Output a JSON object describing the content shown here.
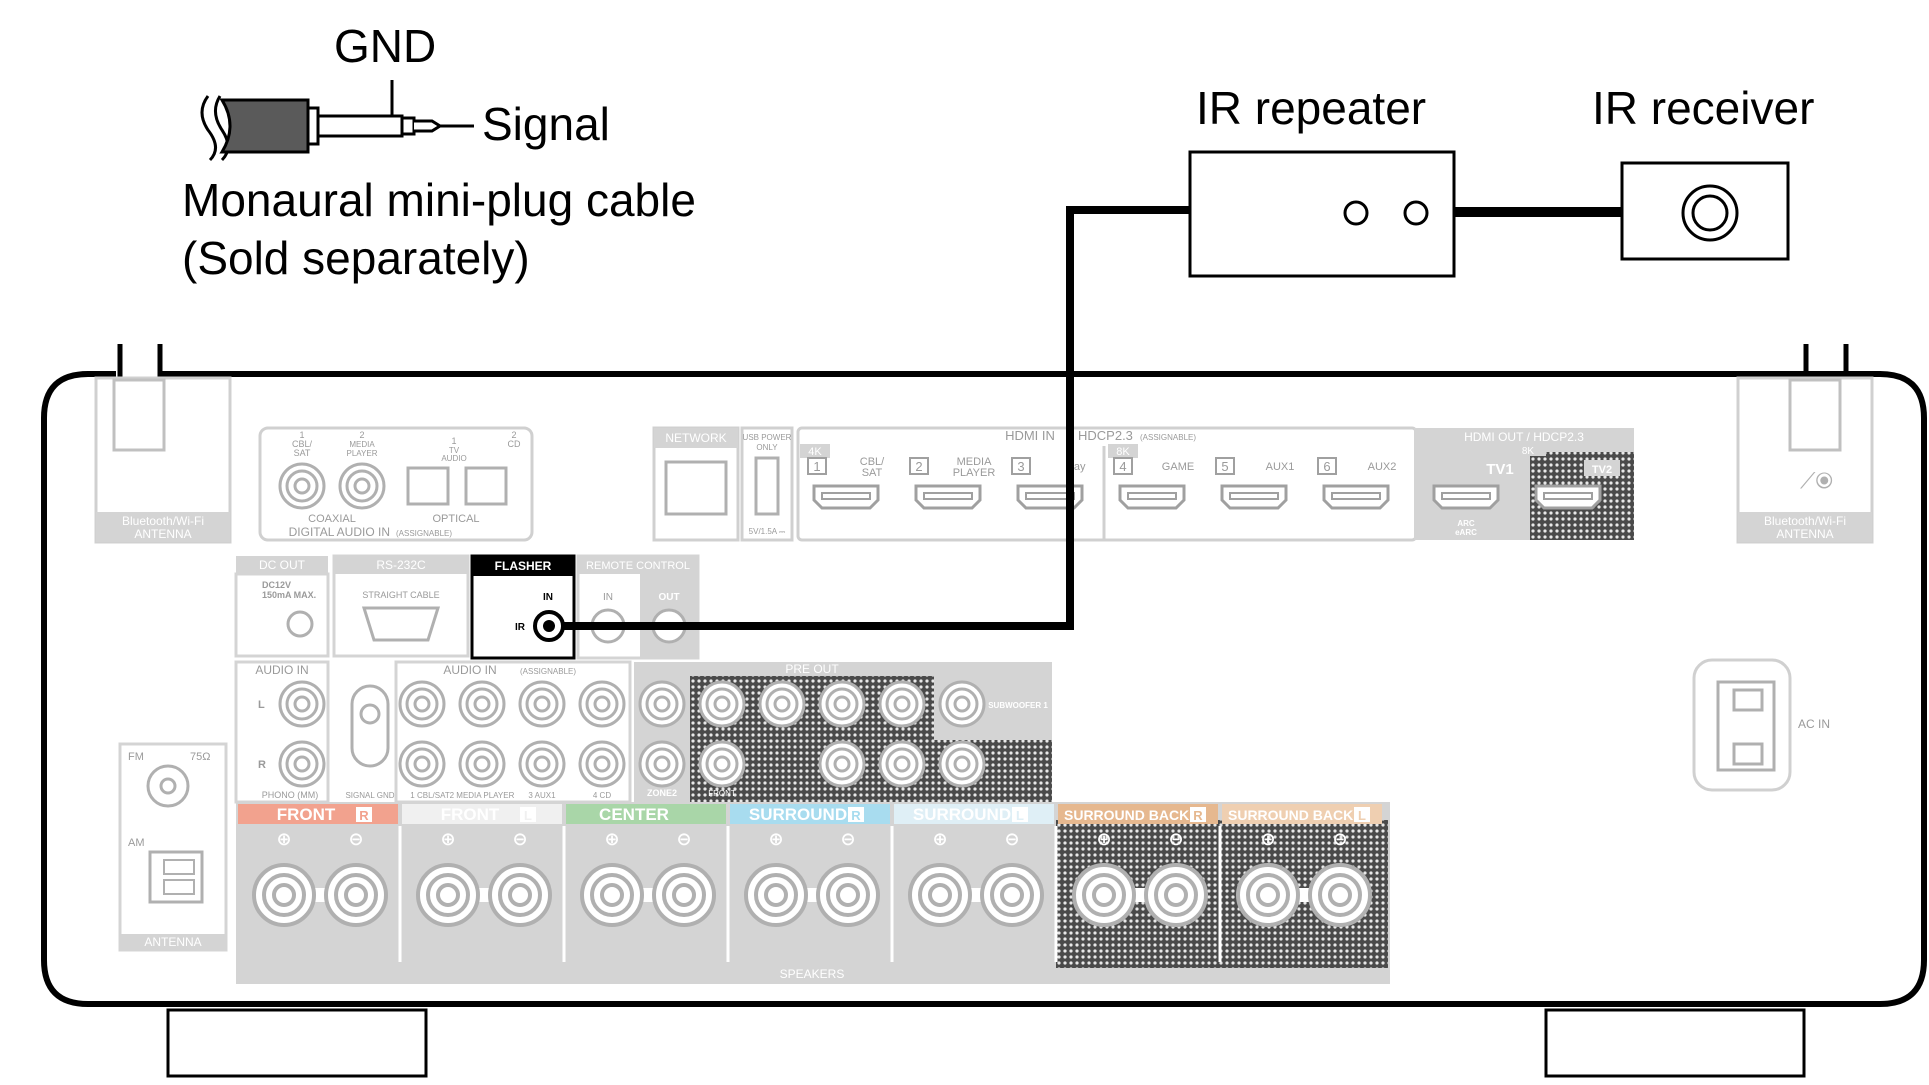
{
  "legend": {
    "gnd": "GND",
    "signal": "Signal",
    "cable_line1": "Monaural mini-plug cable",
    "cable_line2": "(Sold separately)"
  },
  "devices": {
    "ir_repeater": "IR repeater",
    "ir_receiver": "IR receiver"
  },
  "antenna": {
    "left": [
      "Bluetooth/Wi-Fi",
      "ANTENNA"
    ],
    "right": [
      "Bluetooth/Wi-Fi",
      "ANTENNA"
    ],
    "fm": "FM",
    "ohm": "75Ω",
    "am": "AM",
    "label": "ANTENNA"
  },
  "digital_audio": {
    "inputs": [
      {
        "num": "1",
        "name": "CBL/",
        "name2": "SAT"
      },
      {
        "num": "2",
        "name": "MEDIA",
        "name2": "PLAYER"
      },
      {
        "num": "1",
        "name": "TV",
        "name2": "AUDIO"
      },
      {
        "num": "2",
        "name": "CD",
        "name2": ""
      }
    ],
    "coaxial": "COAXIAL",
    "optical": "OPTICAL",
    "title": "DIGITAL AUDIO IN",
    "assignable": "(ASSIGNABLE)"
  },
  "network": {
    "label": "NETWORK"
  },
  "usb": {
    "line1": "USB POWER",
    "line2": "ONLY",
    "rating": "5V/1.5A ⎓"
  },
  "hdmi_in": {
    "title": "HDMI IN",
    "hdcp": "HDCP2.3",
    "assignable": "(ASSIGNABLE)",
    "badge_4k": "4K",
    "badge_8k": "8K",
    "ports": [
      {
        "num": "1",
        "name": "CBL/",
        "name2": "SAT"
      },
      {
        "num": "2",
        "name": "MEDIA",
        "name2": "PLAYER"
      },
      {
        "num": "3",
        "name": "-ray",
        "name2": ""
      },
      {
        "num": "4",
        "name": "GAME",
        "name2": ""
      },
      {
        "num": "5",
        "name": "AUX1",
        "name2": ""
      },
      {
        "num": "6",
        "name": "AUX2",
        "name2": ""
      }
    ]
  },
  "hdmi_out": {
    "title": "HDMI OUT / HDCP2.3",
    "badge_8k": "8K",
    "tv1": "TV1",
    "tv2": "TV2",
    "arc": "ARC",
    "earc": "eARC"
  },
  "dc_out": {
    "title": "DC OUT",
    "spec1": "DC12V",
    "spec2": "150mA MAX."
  },
  "rs232c": {
    "title": "RS-232C",
    "sub": "STRAIGHT CABLE"
  },
  "flasher": {
    "title": "FLASHER",
    "in": "IN",
    "ir": "IR"
  },
  "remote": {
    "title": "REMOTE CONTROL",
    "in": "IN",
    "out": "OUT"
  },
  "audio_in_phono": {
    "title": "AUDIO IN",
    "l": "L",
    "r": "R",
    "phono": "PHONO (MM)",
    "signal_gnd": "SIGNAL GND"
  },
  "audio_in": {
    "title": "AUDIO IN",
    "assignable": "(ASSIGNABLE)",
    "labels": [
      "1 CBL/SAT",
      "2 MEDIA PLAYER",
      "3 AUX1",
      "4 CD"
    ]
  },
  "pre_out": {
    "title": "PRE OUT",
    "zone2": "ZONE2",
    "subwoofer": "SUBWOOFER 1",
    "front": "FRONT"
  },
  "speakers": {
    "title": "SPEAKERS",
    "groups": [
      {
        "name": "FRONT",
        "side": "R",
        "color": "#f2a28e"
      },
      {
        "name": "FRONT",
        "side": "L",
        "color": "#f0f0f0"
      },
      {
        "name": "CENTER",
        "side": "",
        "color": "#a9d6a8"
      },
      {
        "name": "SURROUND",
        "side": "R",
        "color": "#a8dcef"
      },
      {
        "name": "SURROUND",
        "side": "L",
        "color": "#dfeff6"
      },
      {
        "name": "SURROUND BACK",
        "side": "R",
        "color": "#e6b88f"
      },
      {
        "name": "SURROUND BACK",
        "side": "L",
        "color": "#efcfb1"
      }
    ]
  },
  "ac_in": {
    "label": "AC IN"
  },
  "colors": {
    "cable": "#000000",
    "panel": "#d4d4d4",
    "panel_text": "#ffffff",
    "flasher_bg": "#ffffff"
  }
}
